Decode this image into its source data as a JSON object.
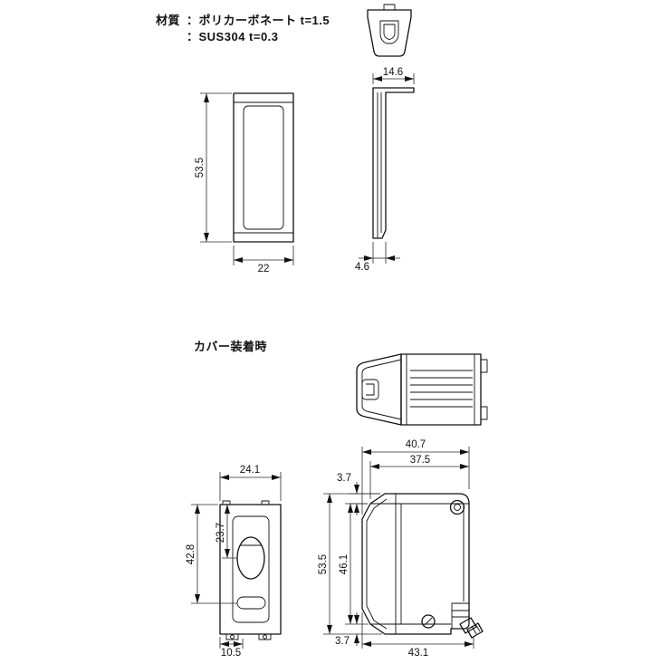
{
  "drawing": {
    "material_note": {
      "label": "材質",
      "row1": "：ポリカーボネート  t=1.5",
      "row2": "：SUS304  t=0.3"
    },
    "section_label": "カバー装着時",
    "line_color": "#111111",
    "views": {
      "cover_front": {
        "height": "53.5",
        "width": "22"
      },
      "cover_side": {
        "top_width": "14.6",
        "thickness": "4.6"
      },
      "assembled_front": {
        "width": "24.1",
        "lens_offset": "23.7",
        "indicator_offset": "42.8",
        "foot_offset": "10.5"
      },
      "assembled_side": {
        "overall_width": "40.7",
        "body_width": "37.5",
        "top_offset": "3.7",
        "overall_height": "53.5",
        "body_height": "46.1",
        "bottom_offset": "3.7",
        "bottom_width": "43.1"
      }
    }
  }
}
